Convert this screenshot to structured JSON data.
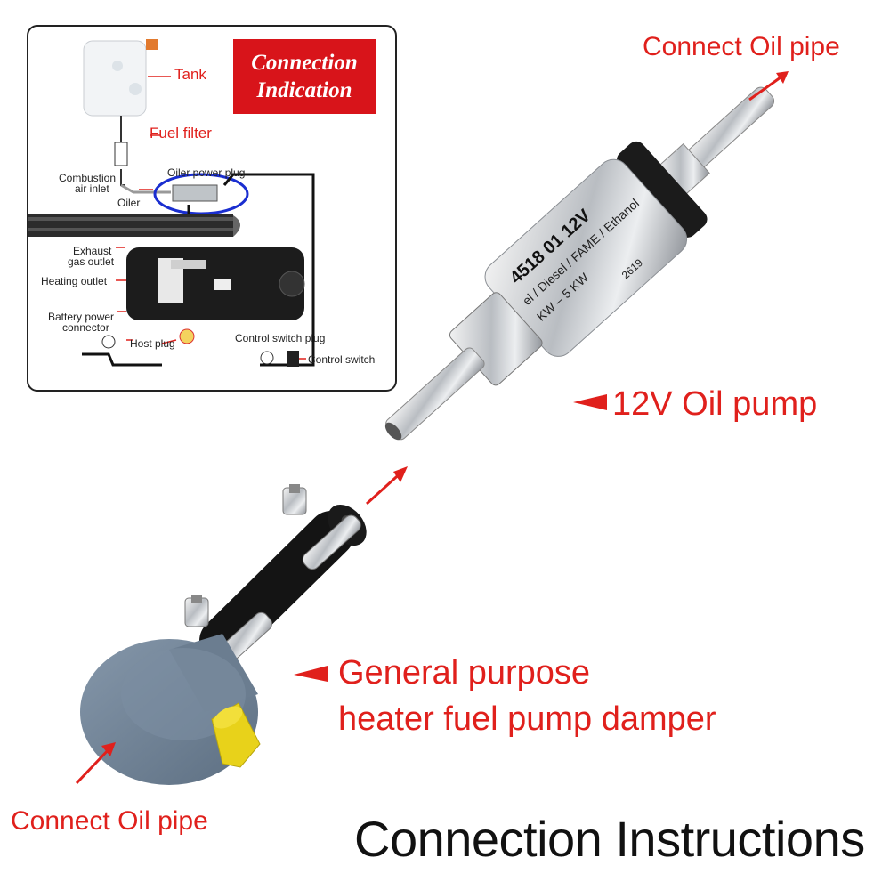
{
  "inset": {
    "badge_line1": "Connection",
    "badge_line2": "Indication",
    "labels": {
      "tank": "Tank",
      "fuel_filter": "Fuel filter",
      "combustion_air_inlet_1": "Combustion",
      "combustion_air_inlet_2": "air inlet",
      "oiler_power_plug": "Oiler power plug",
      "oiler": "Oiler",
      "exhaust_1": "Exhaust",
      "exhaust_2": "gas outlet",
      "heating_outlet": "Heating outlet",
      "battery_1": "Battery power",
      "battery_2": "connector",
      "host_plug": "Host plug",
      "control_switch_plug": "Control switch plug",
      "control_switch": "Control switch"
    }
  },
  "pump_markings": {
    "line1": "4518  01  12V",
    "line2": "el / Diesel / FAME / Ethanol",
    "line3": "KW – 5 KW",
    "line4": "2619"
  },
  "callouts": {
    "connect_oil_pipe_top": "Connect Oil pipe",
    "oil_pump": "12V Oil pump",
    "damper_line1": "General purpose",
    "damper_line2": "heater fuel pump damper",
    "connect_oil_pipe_bottom": "Connect Oil pipe"
  },
  "title": "Connection Instructions",
  "colors": {
    "accent_red": "#e0201c",
    "badge_red": "#d8141a",
    "damper_blue_gray": "#6f8296",
    "nozzle_yellow": "#e8d21a"
  }
}
